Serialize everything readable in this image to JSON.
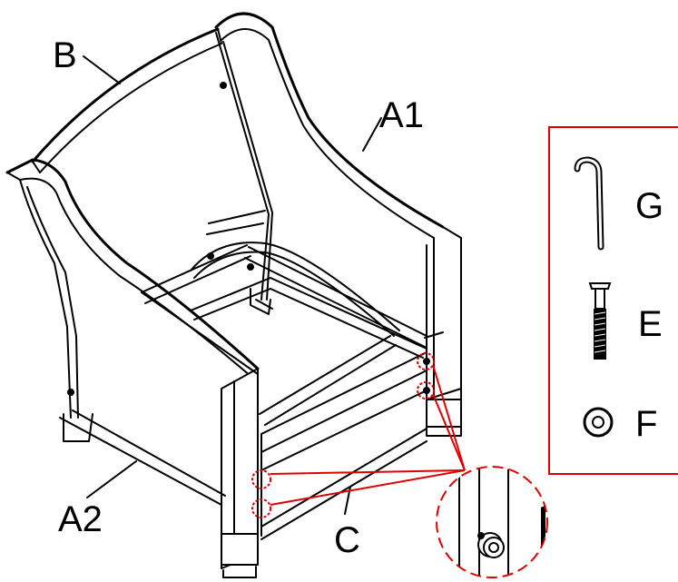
{
  "labels": {
    "back_rest": "B",
    "side_right": "A1",
    "side_left": "A2",
    "front_rail": "C"
  },
  "hardware": {
    "hex_key": "G",
    "bolt": "E",
    "washer": "F"
  },
  "colors": {
    "line": "#000000",
    "callout_red": "#e00000",
    "background": "#ffffff"
  },
  "icons": [
    "allen-key-icon",
    "bolt-icon",
    "washer-icon",
    "magnifier-detail-icon"
  ]
}
